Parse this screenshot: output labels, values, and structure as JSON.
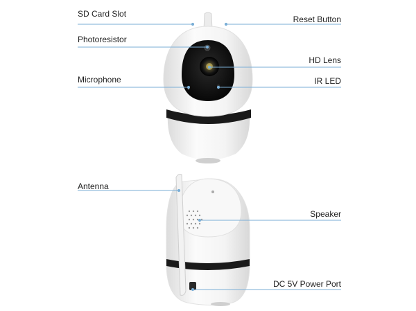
{
  "figure": {
    "top_view_labels": {
      "sd_card_slot": "SD Card Slot",
      "photoresistor": "Photoresistor",
      "microphone": "Microphone",
      "reset_button": "Reset Button",
      "hd_lens": "HD Lens",
      "ir_led": "IR LED"
    },
    "side_view_labels": {
      "antenna": "Antenna",
      "speaker": "Speaker",
      "dc_power_port": "DC 5V Power Port"
    },
    "colors": {
      "leader_line": "#7aaed6",
      "camera_body": "#f7f7f7",
      "camera_shadow": "#e4e4e4",
      "lens_ring": "#111111",
      "lens_glow": "#9a8a3a"
    }
  }
}
